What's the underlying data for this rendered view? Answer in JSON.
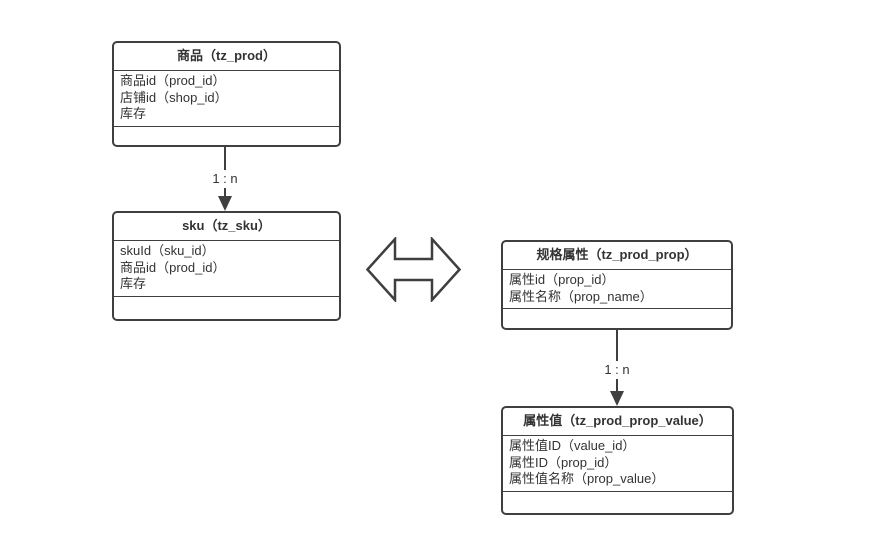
{
  "diagram": {
    "background": "#ffffff",
    "line_color": "#3f3f3f",
    "text_color": "#333333",
    "entities": [
      {
        "title": "商品（tz_prod）",
        "fields": [
          "商品id（prod_id）",
          "店铺id（shop_id）",
          "库存"
        ]
      },
      {
        "title": "sku（tz_sku）",
        "fields": [
          "skuId（sku_id）",
          "商品id（prod_id）",
          "库存"
        ]
      },
      {
        "title": "规格属性（tz_prod_prop）",
        "fields": [
          "属性id（prop_id）",
          "属性名称（prop_name）"
        ]
      },
      {
        "title": "属性值（tz_prod_prop_value）",
        "fields": [
          "属性值ID（value_id）",
          "属性ID（prop_id）",
          "属性值名称（prop_value）"
        ]
      }
    ],
    "relations": [
      {
        "from": "商品（tz_prod）",
        "to": "sku（tz_sku）",
        "label": "1 : n",
        "type": "one-to-many"
      },
      {
        "from": "规格属性（tz_prod_prop）",
        "to": "属性值（tz_prod_prop_value）",
        "label": "1 : n",
        "type": "one-to-many"
      },
      {
        "from": "sku（tz_sku）",
        "to": "规格属性（tz_prod_prop）",
        "label": "",
        "type": "bidirectional"
      }
    ]
  }
}
